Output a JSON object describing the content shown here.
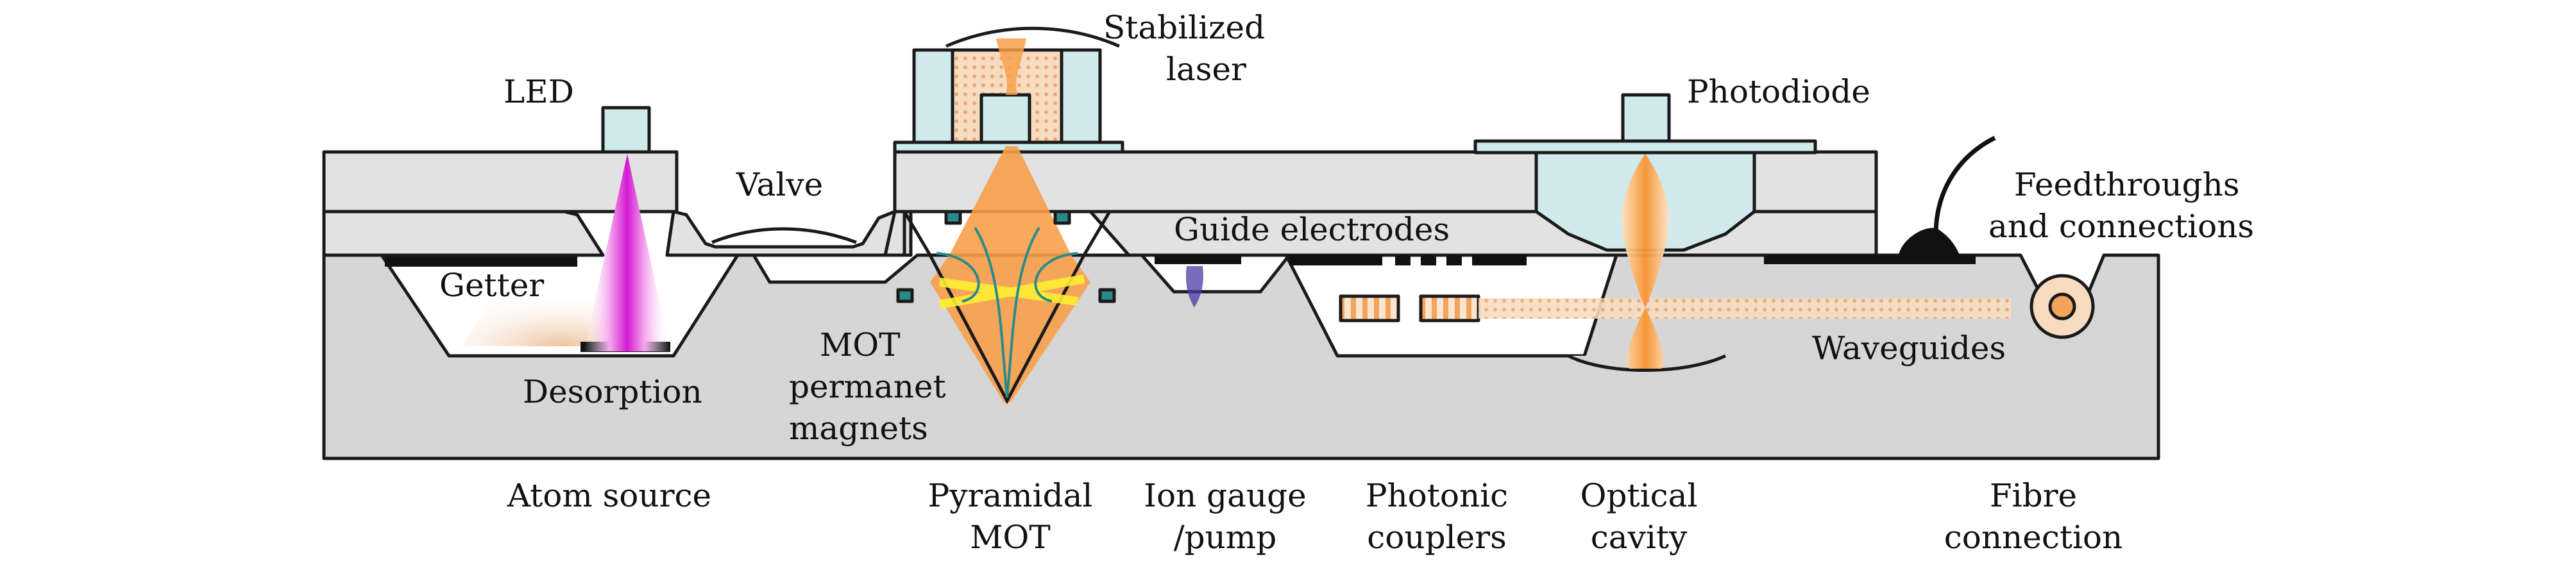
{
  "labels": {
    "stabilized_laser_line1": "Stabilized",
    "stabilized_laser_line2": "laser",
    "led": "LED",
    "photodiode": "Photodiode",
    "valve": "Valve",
    "feedthroughs_line1": "Feedthroughs",
    "feedthroughs_line2": "and connections",
    "guide_electrodes": "Guide electrodes",
    "getter": "Getter",
    "desorption": "Desorption",
    "mot_magnets_line1": "MOT",
    "mot_magnets_line2": "permanet",
    "mot_magnets_line3": "magnets",
    "waveguides": "Waveguides"
  },
  "sections": {
    "atom_source": [
      "Atom source"
    ],
    "pyramidal_mot": [
      "Pyramidal",
      "MOT"
    ],
    "ion_gauge": [
      "Ion gauge",
      "/pump"
    ],
    "photonic_couplers": [
      "Photonic",
      "couplers"
    ],
    "optical_cavity": [
      "Optical",
      "cavity"
    ],
    "fibre_connection": [
      "Fibre",
      "connection"
    ]
  },
  "colors": {
    "substrate": "#d6d6d6",
    "component": "#cfe9ec",
    "laser": "#f7a04a",
    "led_beam": "#e040d8",
    "magnet": "#2a8a8a",
    "dark": "#111111"
  }
}
